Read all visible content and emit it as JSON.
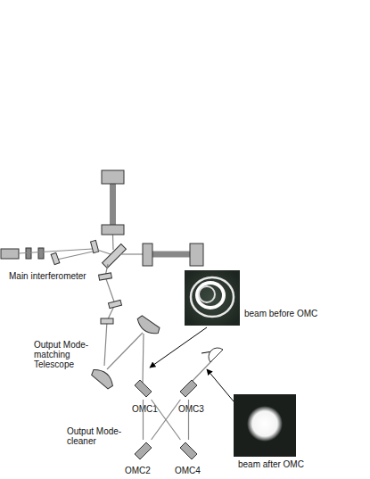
{
  "diagram": {
    "nodes": [
      {
        "text": [
          "OMC1"
        ]
      },
      {
        "text": [
          "OMC3"
        ]
      },
      {
        "text": [
          "OMC2"
        ]
      },
      {
        "text": [
          "OMC4"
        ]
      }
    ],
    "edges": [
      {
        "from": 0,
        "to": 3,
        "arrow": "none"
      },
      {
        "from": 3,
        "to": 1,
        "arrow": "none"
      },
      {
        "from": 1,
        "to": 2,
        "arrow": "none"
      },
      {
        "from": 2,
        "to": 0,
        "arrow": "none"
      }
    ],
    "labels": [
      "Main interferometer",
      "Output Mode-matching Telescope",
      "beam before OMC",
      "Output Mode-cleaner",
      "beam after OMC"
    ]
  }
}
